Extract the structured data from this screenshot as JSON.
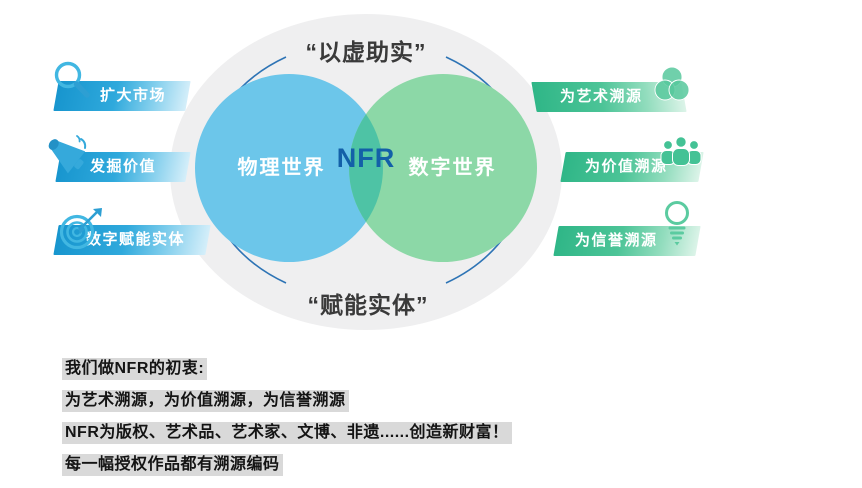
{
  "diagram": {
    "top_label": "“以虚助实”",
    "bottom_label": "“赋能实体”",
    "venn": {
      "left_circle_label": "物理世界",
      "center_label": "NFR",
      "right_circle_label": "数字世界"
    },
    "left_banners": [
      {
        "label": "扩大市场",
        "icon": "magnifier-icon"
      },
      {
        "label": "发掘价值",
        "icon": "megaphone-icon"
      },
      {
        "label": "数字赋能实体",
        "icon": "target-icon"
      }
    ],
    "right_banners": [
      {
        "label": "为艺术溯源",
        "icon": "color-circles-icon"
      },
      {
        "label": "为价值溯源",
        "icon": "people-icon"
      },
      {
        "label": "为信誉溯源",
        "icon": "lightbulb-icon"
      }
    ],
    "colors": {
      "left_banner_blue": "#2fa9dc",
      "right_banner_green": "#4cc497",
      "left_circle": "#6cc6ea",
      "right_circle": "#8cd8a7",
      "overlap": "#4ec3a5",
      "nfr_text": "#1360a8",
      "arc_blue": "#2e74b5",
      "ellipse_gray": "#efeff0",
      "note_highlight": "#d9d9d9"
    }
  },
  "notes": {
    "lines": [
      "我们做NFR的初衷:",
      "为艺术溯源，为价值溯源，为信誉溯源",
      "NFR为版权、艺术品、艺术家、文博、非遗......创造新财富！",
      "每一幅授权作品都有溯源编码"
    ]
  }
}
